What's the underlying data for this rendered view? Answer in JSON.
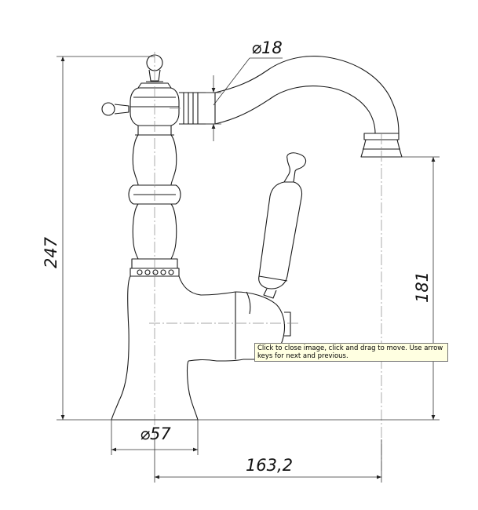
{
  "diagram": {
    "dimensions": {
      "total_height": "247",
      "spout_height": "181",
      "spout_reach": "163,2",
      "base_diameter": "⌀57",
      "spout_diameter": "⌀18"
    },
    "colors": {
      "line": "#1a1a1a",
      "dim_line": "#333333",
      "center_line": "#888888"
    }
  },
  "viewer": {
    "tooltip_text": "Click to close image, click and drag to move. Use arrow keys for next and previous."
  }
}
